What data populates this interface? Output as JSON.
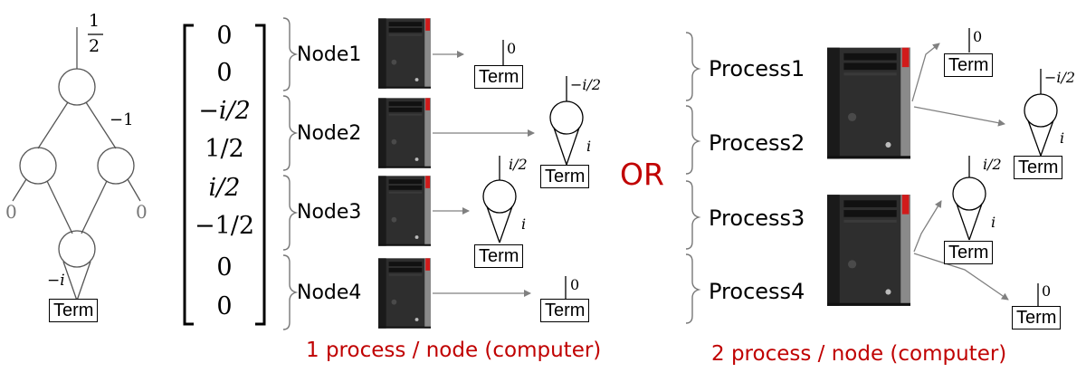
{
  "colors": {
    "accent": "#c00000",
    "line": "#000000",
    "arrow": "#808080"
  },
  "tree": {
    "root_weight_num": "1",
    "root_weight_den": "2",
    "edge_weight": "−1",
    "leaf_left": "0",
    "leaf_right": "0",
    "bottom_weight": "−i",
    "term": "Term"
  },
  "vector": [
    "0",
    "0",
    "−i/2",
    "1/2",
    "i/2",
    "−1/2",
    "0",
    "0"
  ],
  "nodes": [
    "Node1",
    "Node2",
    "Node3",
    "Node4"
  ],
  "processes": [
    "Process1",
    "Process2",
    "Process3",
    "Process4"
  ],
  "left_results": {
    "n1_weight": "0",
    "n2_weight": "−i/2",
    "n2_edge": "i",
    "n3_weight": "i/2",
    "n3_edge": "i",
    "n4_weight": "0",
    "term": "Term"
  },
  "right_results": {
    "r1_weight": "0",
    "r2_weight": "−i/2",
    "r2_edge": "i",
    "r3_weight": "i/2",
    "r3_edge": "i",
    "r4_weight": "0",
    "term": "Term"
  },
  "or_label": "OR",
  "caption_left": "1 process / node (computer)",
  "caption_right": "2 process / node (computer)",
  "icons": [
    "computer-tower-icon"
  ]
}
